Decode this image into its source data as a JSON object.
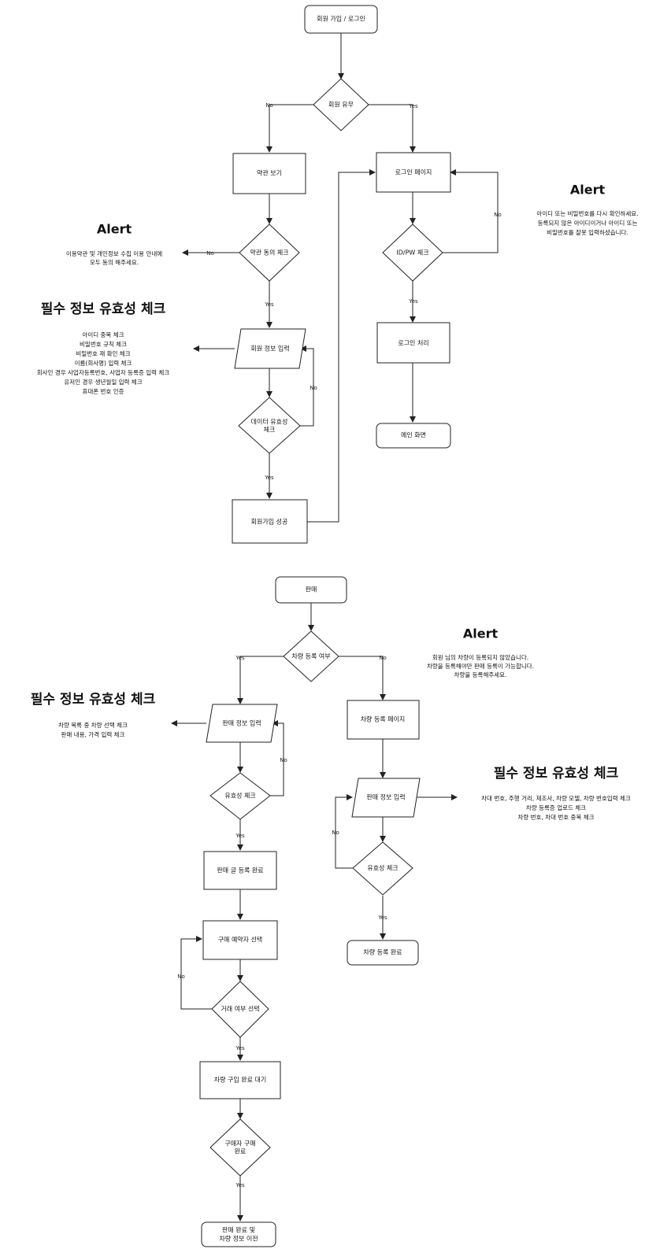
{
  "signup": {
    "start": "회원 가입 / 로그인",
    "member_q": "회원 유무",
    "terms": "약관 보기",
    "agree_q": "약관 동의 체크",
    "input": "회원 정보 입력",
    "valid_q": [
      "데이터 유효성",
      "체크"
    ],
    "success": "회원가입 성공",
    "login": "로그인 페이지",
    "idpw_q": "ID/PW 체크",
    "login_proc": "로그인 처리",
    "main": "메인 화면",
    "labels": {
      "no1": "No",
      "yes1": "Yes",
      "no2": "No",
      "yes2": "Yes",
      "no3": "No",
      "yes3": "Yes",
      "no4": "No",
      "yes4": "Yes"
    },
    "alert1": {
      "title": "Alert",
      "lines": [
        "이용약관 및 개인정보 수집 이용 안내에",
        "모두 동의 해주세요."
      ]
    },
    "alert2": {
      "title": "Alert",
      "lines": [
        "아이디 또는 비밀번호를 다시 확인하세요.",
        "등록되지 않은 아이디이거나 아이디 또는",
        "비밀번호를 잘못 입력하셨습니다."
      ]
    },
    "check": {
      "title": "필수 정보 유효성 체크",
      "lines": [
        "아이디 중복 체크",
        "비밀번호 규칙 체크",
        "비밀번호 재 확인 체크",
        "이름(회사명) 입력 체크",
        "회사인 경우 사업자등록번호, 사업자 등록증 입력 체크",
        "유저인 경우 생년월일 입력 체크",
        "휴대폰 번호 인증"
      ]
    }
  },
  "sale": {
    "start": "판매",
    "car_q": "차량 등록 여부",
    "input": "판매 정보 입력",
    "valid_q": "유효성 체크",
    "post_done": "판매 글 등록 완료",
    "select_buyer": "구매 예약자 선택",
    "buy_q": "거래 여부 선택",
    "wait": "차량 구입 완료 대기",
    "buyer_q": [
      "구매자 구매",
      "완료"
    ],
    "final": [
      "판매 완료 및",
      "차량 정보 이전"
    ],
    "car_reg": "차량 등록 페이지",
    "car_input": "판매 정보 입력",
    "car_valid_q": "유효성 체크",
    "car_done": "차량 등록 완료",
    "labels": {
      "yes1": "Yes",
      "no1": "No",
      "no2": "No",
      "yes2": "Yes",
      "no3": "No",
      "yes3": "Yes",
      "yes4": "Yes",
      "no4": "No",
      "yes5": "Yes"
    },
    "alert": {
      "title": "Alert",
      "lines": [
        "회원 님의 차량이 등록되지 않았습니다.",
        "차량을 등록해야만 판매 등록이 가능합니다.",
        "차량을 등록해주세요."
      ]
    },
    "check1": {
      "title": "필수 정보 유효성 체크",
      "lines": [
        "차량 목록 중 차량 선택 체크",
        "판매 내용, 가격 입력 체크"
      ]
    },
    "check2": {
      "title": "필수 정보 유효성 체크",
      "lines": [
        "차대 번호, 주행 거리, 제조사, 차량 모델, 차량 번호입력 체크",
        "차량 등록증 업로드 체크",
        "차량 번호, 차대 번호 중복 체크"
      ]
    }
  }
}
